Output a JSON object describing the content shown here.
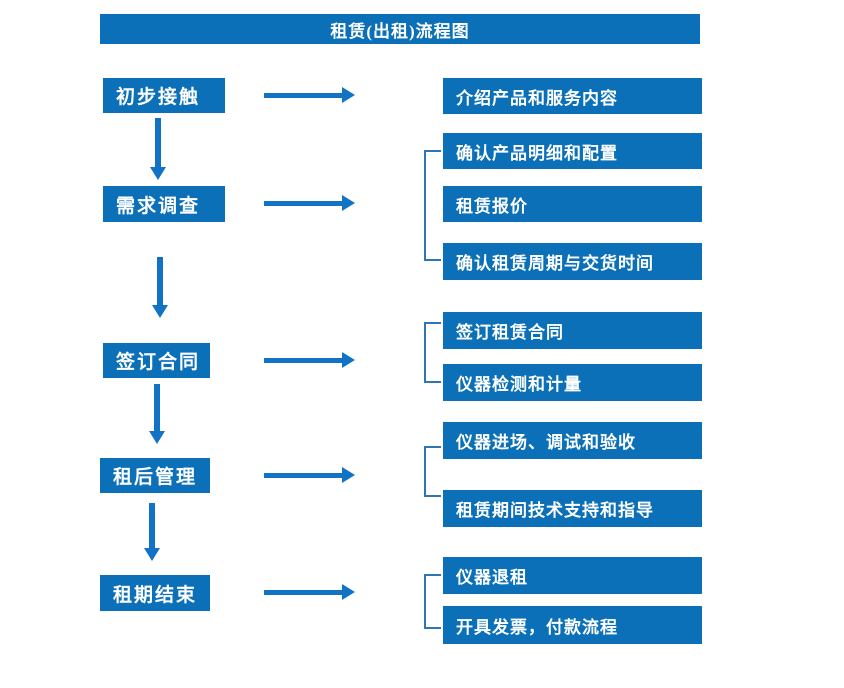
{
  "title": "租赁(出租)流程图",
  "colors": {
    "box_blue": "#0b70b8",
    "arrow_blue": "#1273c6",
    "bracket_blue": "#2e75b6",
    "text_white": "#ffffff"
  },
  "steps": [
    {
      "label": "初步接触",
      "outputs": [
        "介绍产品和服务内容"
      ]
    },
    {
      "label": "需求调查",
      "outputs": [
        "确认产品明细和配置",
        "租赁报价",
        "确认租赁周期与交货时间"
      ]
    },
    {
      "label": "签订合同",
      "outputs": [
        "签订租赁合同",
        "仪器检测和计量"
      ]
    },
    {
      "label": "租后管理",
      "outputs": [
        "仪器进场、调试和验收",
        "租赁期间技术支持和指导"
      ]
    },
    {
      "label": "租期结束",
      "outputs": [
        "仪器退租",
        "开具发票，付款流程"
      ]
    }
  ]
}
